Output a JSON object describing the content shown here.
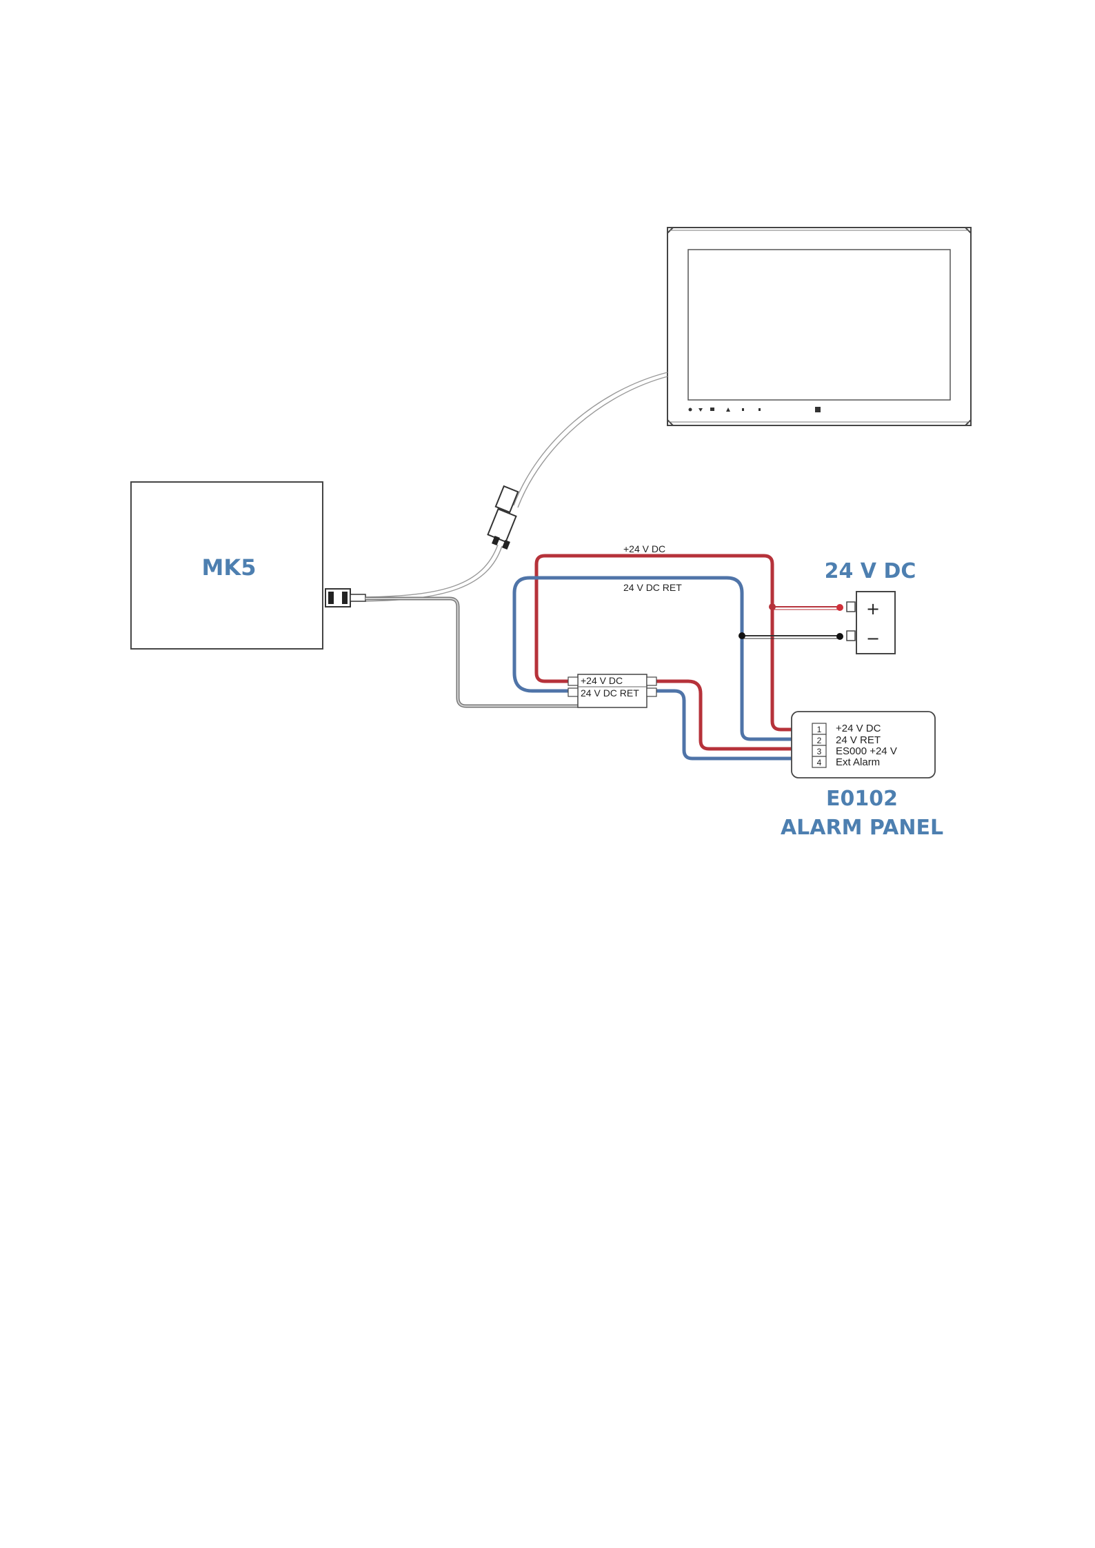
{
  "colors": {
    "positive_wire": "#b6323a",
    "return_wire": "#4f74a8",
    "label_blue": "#4d7fb0",
    "outline": "#444444",
    "cable_grey": "#888888"
  },
  "mk5": {
    "label": "MK5"
  },
  "power_supply": {
    "label": "24 V DC",
    "plus_symbol": "+",
    "minus_symbol": "−"
  },
  "wires": {
    "top_positive_label": "+24 V DC",
    "top_return_label": "24 V DC RET"
  },
  "junction_box": {
    "line1": "+24 V DC",
    "line2": "24 V DC RET"
  },
  "alarm_panel": {
    "title_line1": "E0102",
    "title_line2": "ALARM PANEL",
    "terminals": [
      {
        "number": "1",
        "label": "+24 V DC"
      },
      {
        "number": "2",
        "label": "24 V RET"
      },
      {
        "number": "3",
        "label": "ES000 +24 V"
      },
      {
        "number": "4",
        "label": "Ext Alarm"
      }
    ]
  }
}
